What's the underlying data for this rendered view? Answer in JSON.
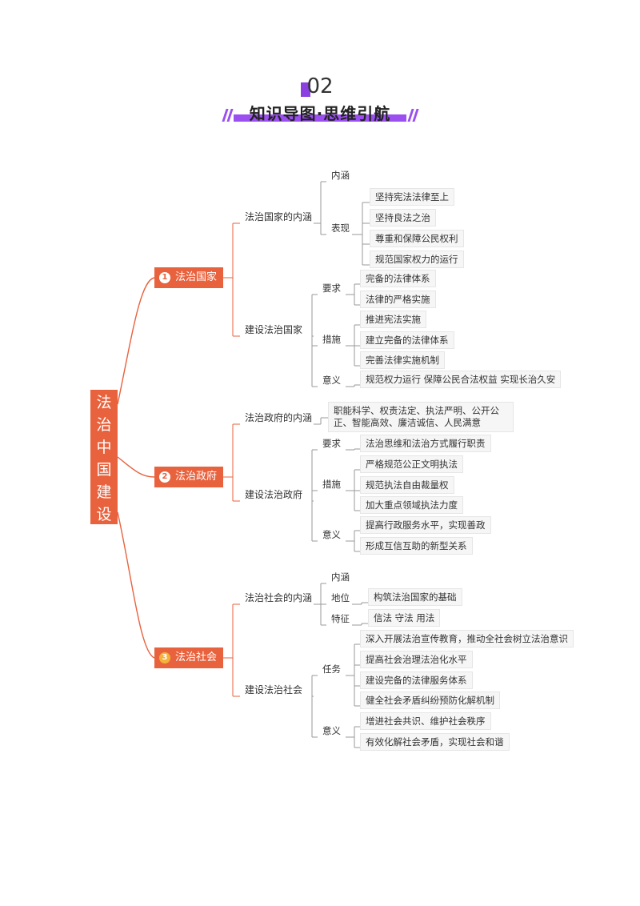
{
  "header": {
    "number": "02",
    "title": "知识导图·思维引航"
  },
  "root": {
    "label": "法治中国建设",
    "chars": [
      "法",
      "治",
      "中",
      "国",
      "建",
      "设"
    ]
  },
  "sections": [
    {
      "badge": "1",
      "label": "法治国家",
      "groups": [
        {
          "label": "法治国家的内涵",
          "items": [
            {
              "label": "内涵",
              "leaves": []
            },
            {
              "label": "表现",
              "leaves": [
                "坚持宪法法律至上",
                "坚持良法之治",
                "尊重和保障公民权利",
                "规范国家权力的运行"
              ]
            }
          ]
        },
        {
          "label": "建设法治国家",
          "items": [
            {
              "label": "要求",
              "leaves": [
                "完备的法律体系",
                "法律的严格实施"
              ]
            },
            {
              "label": "措施",
              "leaves": [
                "推进宪法实施",
                "建立完备的法律体系",
                "完善法律实施机制"
              ]
            },
            {
              "label": "意义",
              "leaves": [
                "规范权力运行 保障公民合法权益 实现长治久安"
              ]
            }
          ]
        }
      ]
    },
    {
      "badge": "2",
      "label": "法治政府",
      "groups": [
        {
          "label": "法治政府的内涵",
          "items": [
            {
              "label": "职能科学、权责法定、执法严明、公开公正、智能高效、廉洁诚信、人民满意",
              "leaves": []
            }
          ]
        },
        {
          "label": "建设法治政府",
          "items": [
            {
              "label": "要求",
              "leaves": [
                "法治思维和法治方式履行职责"
              ]
            },
            {
              "label": "措施",
              "leaves": [
                "严格规范公正文明执法",
                "规范执法自由裁量权",
                "加大重点领域执法力度"
              ]
            },
            {
              "label": "意义",
              "leaves": [
                "提高行政服务水平，实现善政",
                "形成互信互助的新型关系"
              ]
            }
          ]
        }
      ]
    },
    {
      "badge": "3",
      "label": "法治社会",
      "groups": [
        {
          "label": "法治社会的内涵",
          "items": [
            {
              "label": "内涵",
              "leaves": []
            },
            {
              "label": "地位",
              "leaves": [
                "构筑法治国家的基础"
              ]
            },
            {
              "label": "特征",
              "leaves": [
                "信法 守法 用法"
              ]
            }
          ]
        },
        {
          "label": "建设法治社会",
          "items": [
            {
              "label": "任务",
              "leaves": [
                "深入开展法治宣传教育，推动全社会树立法治意识",
                "提高社会治理法治化水平",
                "建设完备的法律服务体系",
                "健全社会矛盾纠纷预防化解机制"
              ]
            },
            {
              "label": "意义",
              "leaves": [
                "增进社会共识、维护社会秩序",
                "有效化解社会矛盾，实现社会和谐"
              ]
            }
          ]
        }
      ]
    }
  ]
}
